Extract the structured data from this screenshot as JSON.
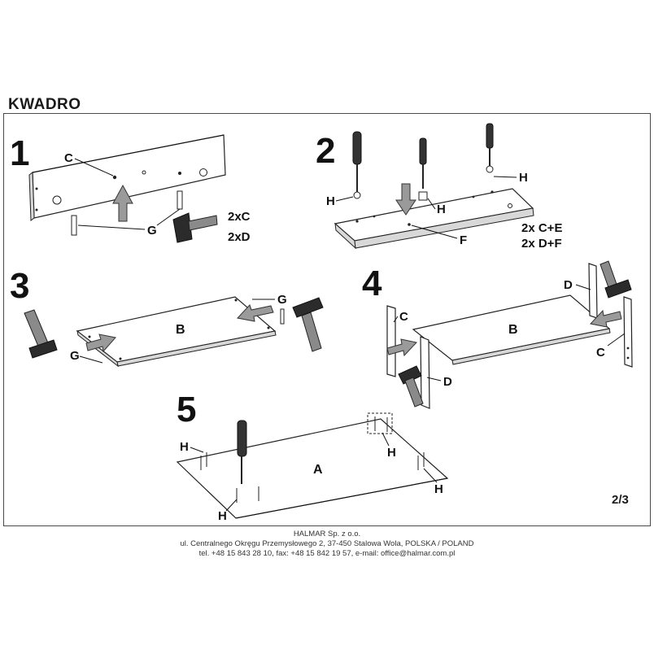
{
  "title": "KWADRO",
  "page_number": "2/3",
  "steps": [
    {
      "number": "1",
      "labels": [
        "C",
        "G"
      ],
      "quantities": [
        "2xC",
        "2xD"
      ]
    },
    {
      "number": "2",
      "labels": [
        "H",
        "H",
        "H",
        "F"
      ],
      "quantities": [
        "2x C+E",
        "2x D+F"
      ]
    },
    {
      "number": "3",
      "labels": [
        "B",
        "G",
        "G"
      ]
    },
    {
      "number": "4",
      "labels": [
        "B",
        "C",
        "C",
        "D",
        "D"
      ]
    },
    {
      "number": "5",
      "labels": [
        "A",
        "H",
        "H",
        "H",
        "H"
      ]
    }
  ],
  "footer": {
    "company": "HALMAR Sp. z o.o.",
    "address": "ul. Centralnego Okręgu Przemysłowego 2, 37-450 Stalowa Wola, POLSKA / POLAND",
    "contact": "tel. +48 15 843 28 10, fax: +48 15 842 19 57, e-mail: office@halmar.com.pl"
  },
  "colors": {
    "line": "#222222",
    "arrow": "#9a9a9a",
    "hammer": "#2b2b2b"
  }
}
